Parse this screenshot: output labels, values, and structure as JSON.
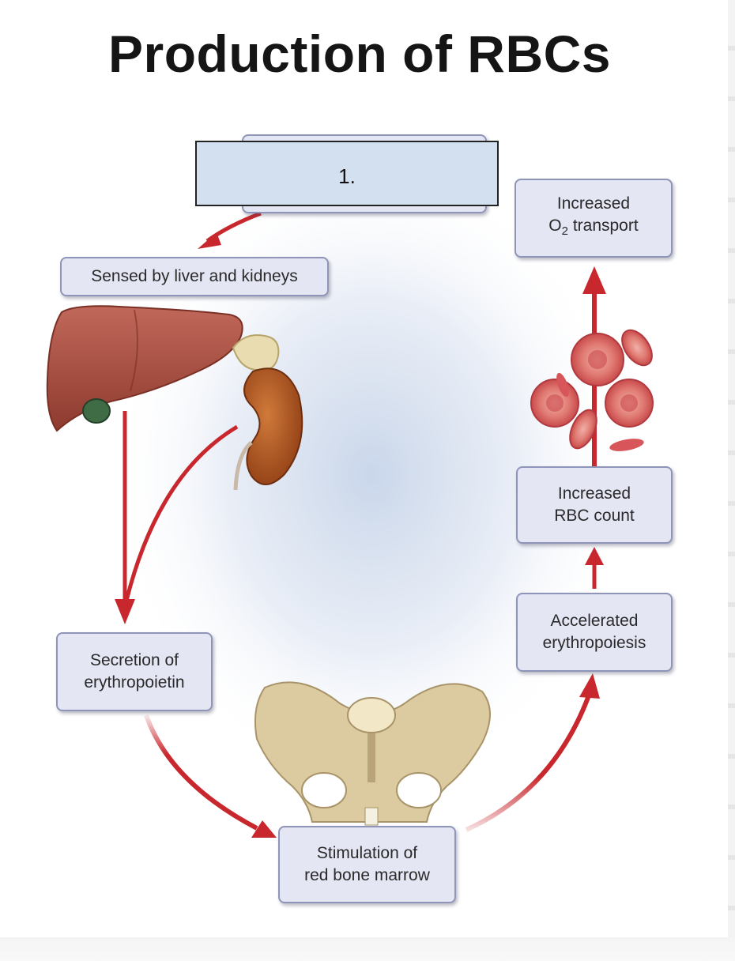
{
  "title": "Production of RBCs",
  "answer_box": {
    "label": "1."
  },
  "boxes": {
    "sensed": "Sensed by liver and kidneys",
    "secretion": [
      "Secretion of",
      "erythropoietin"
    ],
    "stimulation": [
      "Stimulation of",
      "red bone marrow"
    ],
    "accelerated": [
      "Accelerated",
      "erythropoiesis"
    ],
    "rbc_count": [
      "Increased",
      "RBC count"
    ],
    "o2_transport": {
      "line1": "Increased",
      "o": "O",
      "sub": "2",
      "rest": " transport"
    }
  },
  "colors": {
    "arrow": "#c8282d",
    "liver": "#a44a3c",
    "kidney": "#a24b1d",
    "rbc": "#d8565a",
    "bone": "#dccaa0",
    "box_fill": "#e4e6f4",
    "answer_fill": "#d2e0f0"
  }
}
